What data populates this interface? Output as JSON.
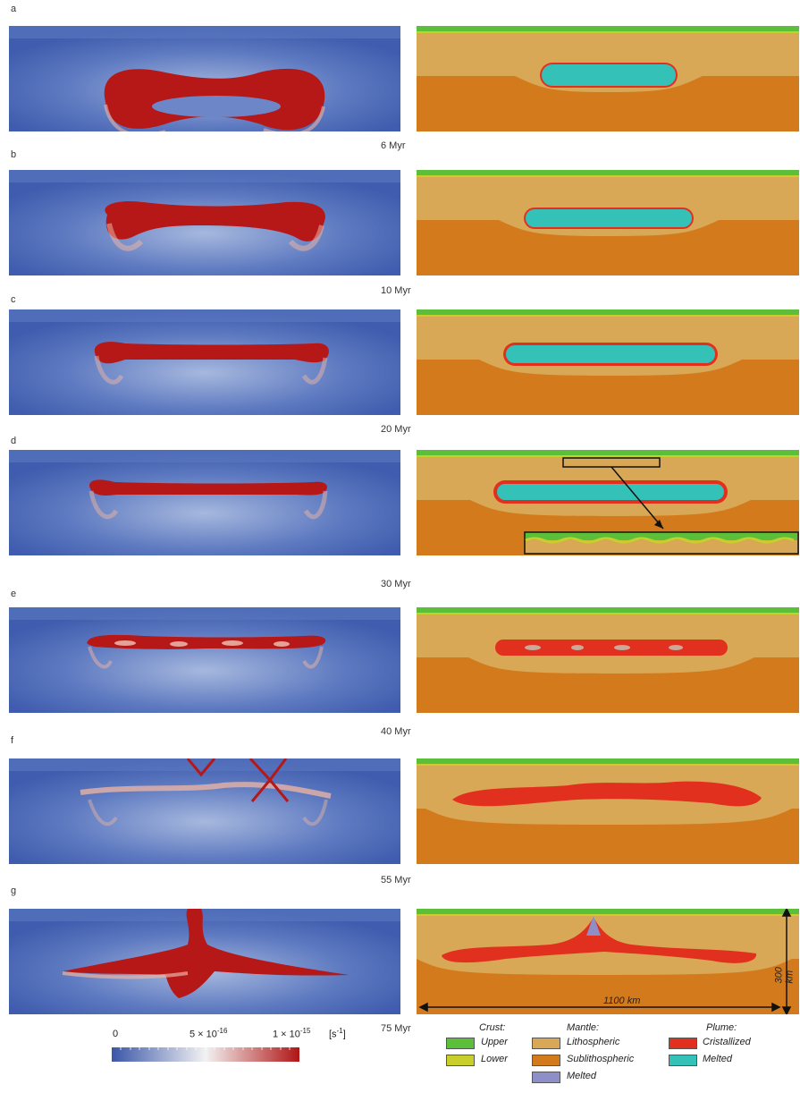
{
  "rows": [
    {
      "letter": "a",
      "time": "6 Myr"
    },
    {
      "letter": "b",
      "time": "10 Myr"
    },
    {
      "letter": "c",
      "time": "20 Myr"
    },
    {
      "letter": "d",
      "time": "30 Myr"
    },
    {
      "letter": "e",
      "time": "40 Myr"
    },
    {
      "letter": "f",
      "time": "55 Myr"
    },
    {
      "letter": "g",
      "time": "75 Myr"
    }
  ],
  "annotations": {
    "width": "1100 km",
    "depth": "300 km"
  },
  "colorbar": {
    "tick0": "0",
    "tick1_base": "5 × 10",
    "tick1_exp": "-16",
    "tick2_base": "1 × 10",
    "tick2_exp": "-15",
    "unit_base": "[s",
    "unit_exp": "-1",
    "unit_close": "]",
    "color_low": "#3a56a8",
    "color_mid": "#f2f2f2",
    "color_high": "#b01515"
  },
  "legend": {
    "crust_header": "Crust:",
    "mantle_header": "Mantle:",
    "plume_header": "Plume:",
    "upper": "Upper",
    "lower": "Lower",
    "lithospheric": "Lithospheric",
    "sublithospheric": "Sublithospheric",
    "mantle_melted": "Melted",
    "cristallized": "Cristallized",
    "plume_melted": "Melted",
    "colors": {
      "upper": "#5bbf3a",
      "lower": "#c9cf2a",
      "lithospheric": "#d9a856",
      "sublithospheric": "#d37a1c",
      "mantle_melted": "#8e8ec8",
      "cristallized": "#e2301e",
      "plume_melted": "#33c1b8"
    }
  }
}
